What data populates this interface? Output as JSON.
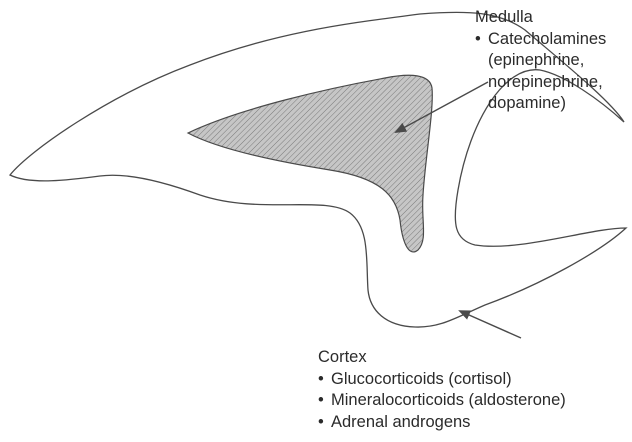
{
  "medulla": {
    "heading": "Medulla",
    "items": [
      {
        "bullet": "•",
        "lines": [
          "Catecholamines",
          "(epinephrine,",
          "norepinephrine,",
          "dopamine)"
        ]
      }
    ]
  },
  "cortex": {
    "heading": "Cortex",
    "items": [
      {
        "bullet": "•",
        "text": "Glucocorticoids (cortisol)"
      },
      {
        "bullet": "•",
        "text": "Mineralocorticoids (aldosterone)"
      },
      {
        "bullet": "•",
        "text": "Adrenal androgens"
      }
    ]
  },
  "colors": {
    "outline": "#4a4a4a",
    "medulla_fill": "#c9c9c9",
    "hatch": "#7a7a7a",
    "text": "#2b2b2b"
  }
}
